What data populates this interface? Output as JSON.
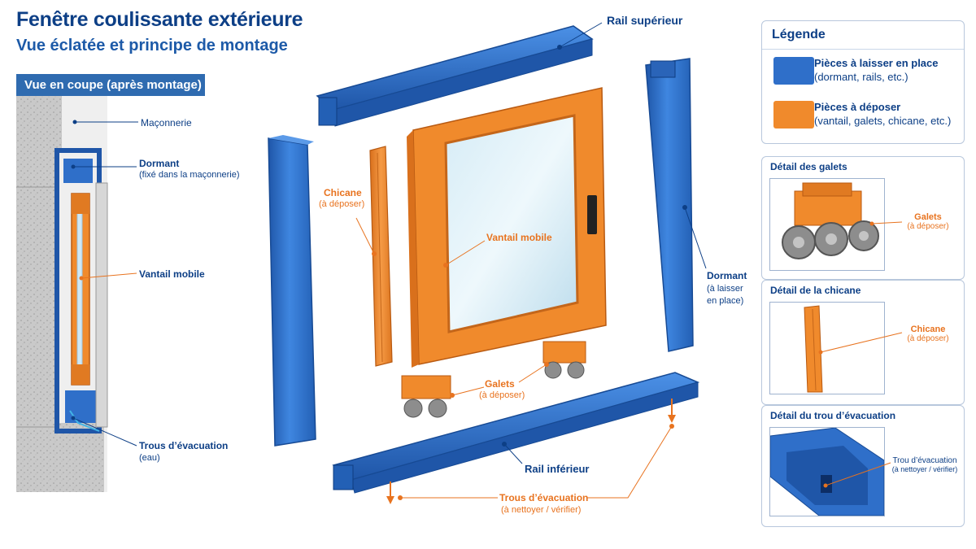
{
  "header": {
    "title": "Fenêtre coulissante extérieure",
    "subtitle": "Vue éclatée et principe de montage"
  },
  "section": {
    "coupe_title": "Vue en coupe (après montage)"
  },
  "coupe_labels": {
    "maconnerie": "Maçonnerie",
    "dormant": "Dormant",
    "dormant_sub": "(fixé dans la maçonnerie)",
    "vantail": "Vantail mobile",
    "trous": "Trous d’évacuation",
    "trous_sub": "(eau)"
  },
  "exploded_labels": {
    "rail_superieur": "Rail supérieur",
    "chicane": "Chicane",
    "chicane_sub": "(à déposer)",
    "vantail": "Vantail mobile",
    "dormant": "Dormant",
    "dormant_sub1": "(à laisser",
    "dormant_sub2": "en place)",
    "galets": "Galets",
    "galets_sub": "(à déposer)",
    "rail_inferieur": "Rail inférieur",
    "trous": "Trous d’évacuation",
    "trous_sub": "(à nettoyer / vérifier)"
  },
  "legend": {
    "title": "Légende",
    "items": [
      {
        "label": "Pièces à laisser en place",
        "sub": "(dormant, rails, etc.)",
        "color": "#2f6fc9"
      },
      {
        "label": "Pièces à déposer",
        "sub": "(vantail, galets, chicane, etc.)",
        "color": "#f08a2c"
      }
    ]
  },
  "details": [
    {
      "title": "Détail des galets",
      "label": "Galets",
      "sub": "(à déposer)"
    },
    {
      "title": "Détail de la chicane",
      "label": "Chicane",
      "sub": "(à déposer)"
    },
    {
      "title": "Détail du trou d’évacuation",
      "label": "Trou d’évacuation",
      "sub": "(à nettoyer / vérifier)"
    }
  ],
  "colors": {
    "blue": "#2f6fc9",
    "orange": "#f08a2c",
    "dark_blue": "#0d3f86",
    "orange_text": "#e8731f"
  }
}
